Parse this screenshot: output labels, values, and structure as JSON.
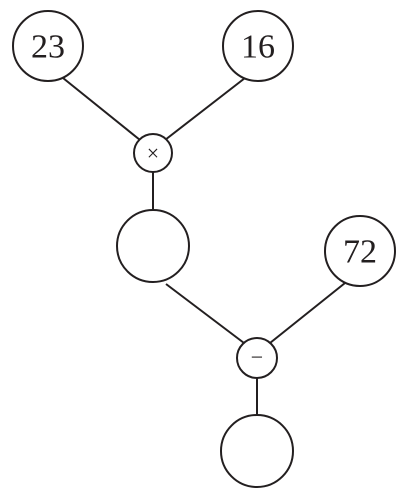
{
  "diagram": {
    "inputs": {
      "a": "23",
      "b": "16",
      "c": "72"
    },
    "operators": {
      "multiply": "×",
      "subtract": "−"
    },
    "results": {
      "product": "",
      "difference": ""
    }
  }
}
